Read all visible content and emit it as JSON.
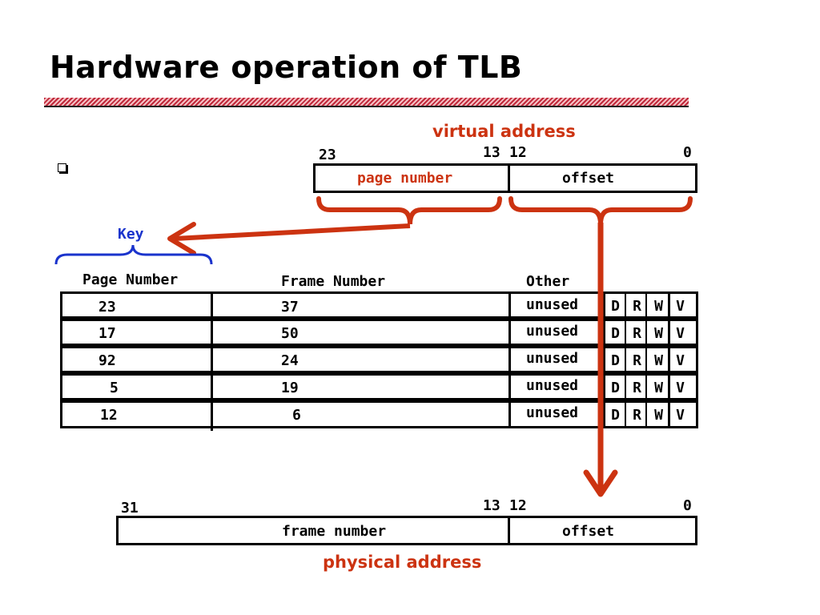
{
  "slide": {
    "title": "Hardware operation of TLB"
  },
  "virtual_address": {
    "label": "virtual address",
    "bits": {
      "high": "23",
      "split_high": "13",
      "split_low": "12",
      "low": "0"
    },
    "fields": {
      "page_number": "page number",
      "offset": "offset"
    }
  },
  "key_label": "Key",
  "tlb": {
    "headers": {
      "page_number": "Page Number",
      "frame_number": "Frame Number",
      "other": "Other"
    },
    "flags": [
      "D",
      "R",
      "W",
      "V"
    ],
    "rows": [
      {
        "page": "23",
        "frame": "37",
        "other": "unused"
      },
      {
        "page": "17",
        "frame": "50",
        "other": "unused"
      },
      {
        "page": "92",
        "frame": "24",
        "other": "unused"
      },
      {
        "page": "5",
        "frame": "19",
        "other": "unused"
      },
      {
        "page": "12",
        "frame": "6",
        "other": "unused"
      }
    ]
  },
  "physical_address": {
    "label": "physical address",
    "bits": {
      "high": "31",
      "split_high": "13",
      "split_low": "12",
      "low": "0"
    },
    "fields": {
      "frame_number": "frame number",
      "offset": "offset"
    }
  },
  "colors": {
    "accent": "#cc3311",
    "key": "#1a33cc",
    "rule": "#c0283a"
  }
}
